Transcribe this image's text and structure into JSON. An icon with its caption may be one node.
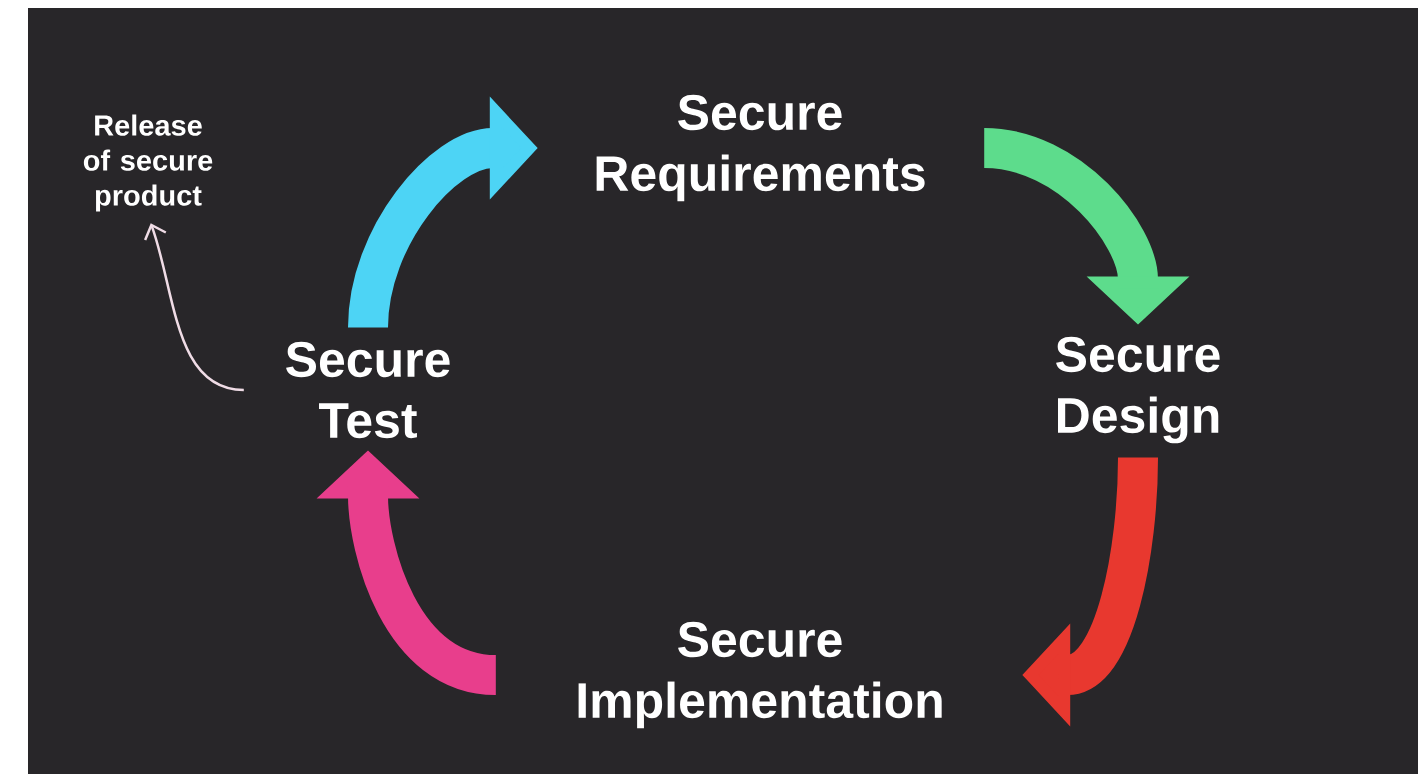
{
  "diagram": {
    "nodes": [
      {
        "text": [
          "Secure Requirements"
        ]
      },
      {
        "text": [
          "Secure Design"
        ]
      },
      {
        "text": [
          "Secure Implementation"
        ]
      },
      {
        "text": [
          "Secure Test"
        ]
      },
      {
        "text": [
          "Release of secure product"
        ]
      }
    ],
    "edges": [
      {
        "from": 0,
        "to": 1,
        "arrow": "to",
        "color": "#5ddc8c"
      },
      {
        "from": 1,
        "to": 2,
        "arrow": "to",
        "color": "#e8382f"
      },
      {
        "from": 2,
        "to": 3,
        "arrow": "to",
        "color": "#e83e8c"
      },
      {
        "from": 3,
        "to": 0,
        "arrow": "to",
        "color": "#4dd4f5"
      },
      {
        "from": 3,
        "to": 4,
        "arrow": "to",
        "color": "#f0dce6"
      }
    ]
  }
}
